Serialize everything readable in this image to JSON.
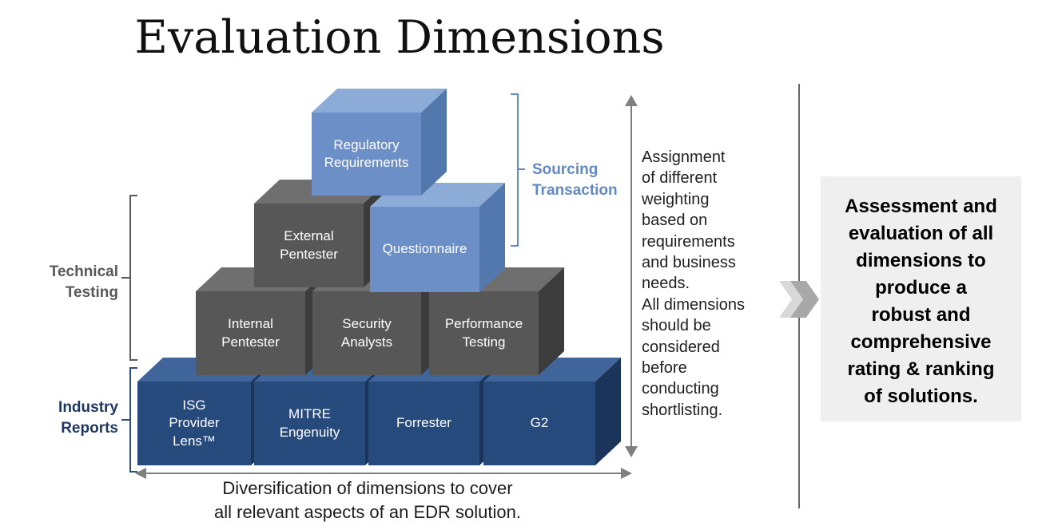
{
  "title": "Evaluation Dimensions",
  "pyramid": {
    "rows": [
      {
        "name": "top",
        "blocks": [
          {
            "label": "Regulatory\nRequirements",
            "color": "#6d8fc8"
          }
        ]
      },
      {
        "name": "second",
        "blocks": [
          {
            "label": "External\nPentester",
            "color": "#575757"
          },
          {
            "label": "Questionnaire",
            "color": "#6d8fc8"
          }
        ]
      },
      {
        "name": "third",
        "blocks": [
          {
            "label": "Internal\nPentester",
            "color": "#575757"
          },
          {
            "label": "Security\nAnalysts",
            "color": "#575757"
          },
          {
            "label": "Performance\nTesting",
            "color": "#575757"
          }
        ]
      },
      {
        "name": "bottom",
        "blocks": [
          {
            "label": "ISG\nProvider\nLens™",
            "color": "#264a7c"
          },
          {
            "label": "MITRE\nEngenuity",
            "color": "#264a7c"
          },
          {
            "label": "Forrester",
            "color": "#264a7c"
          },
          {
            "label": "G2",
            "color": "#264a7c"
          }
        ]
      }
    ]
  },
  "groups": {
    "sourcing": {
      "label": "Sourcing\nTransaction",
      "color": "#6289c5"
    },
    "technical": {
      "label": "Technical\nTesting",
      "color": "#595959"
    },
    "industry": {
      "label": "Industry\nReports",
      "color": "#1f3864"
    }
  },
  "notes": {
    "weighting": "Assignment\nof different\nweighting\nbased on\nrequirements\nand business\nneeds.\nAll dimensions\nshould be\nconsidered\nbefore\nconducting\nshortlisting.",
    "diversification": "Diversification of dimensions to cover\nall relevant aspects of an EDR solution.",
    "summary": "Assessment and\nevaluation of all\ndimensions to\nproduce a\nrobust and\ncomprehensive\nrating & ranking\nof solutions."
  },
  "colors": {
    "block_blue_front": "#6d8fc8",
    "block_gray_front": "#575757",
    "block_navy_front": "#264a7c",
    "accent_blue": "#6289c5",
    "label_gray": "#595959",
    "label_navy": "#1f3864",
    "arrow_gray": "#7f7f7f",
    "separator_gray": "#666666",
    "panel_background": "#efefef"
  }
}
